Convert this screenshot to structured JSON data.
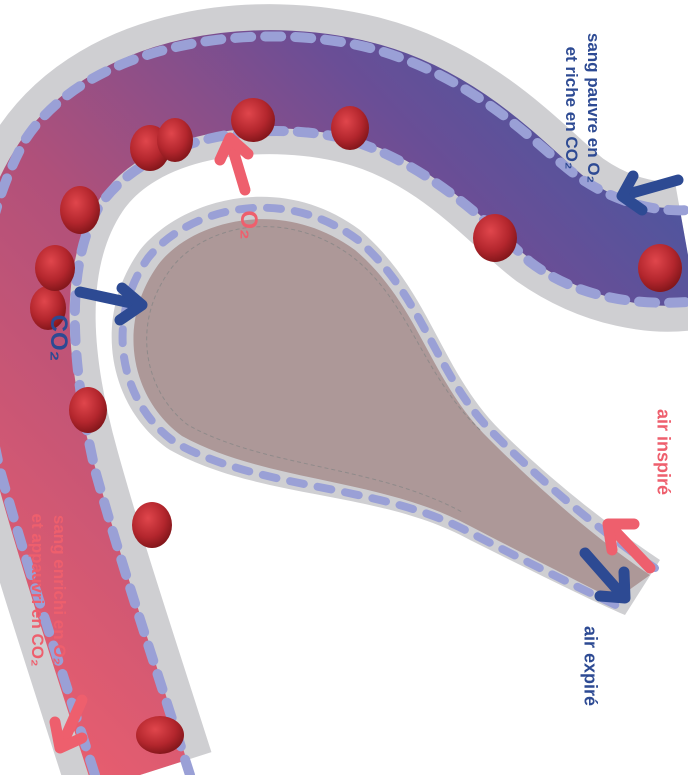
{
  "labels": {
    "blood_in": [
      "sang pauvre en O₂",
      "et riche en CO₂"
    ],
    "blood_out": [
      "sang enrichi en O₂",
      "et appauvri en CO₂"
    ],
    "air_in": "air inspiré",
    "air_out": "air expiré",
    "o2": "O₂",
    "co2": "CO₂"
  },
  "colors": {
    "oxygen_rich": "#ee5f6d",
    "oxygen_poor": "#3f5aa3",
    "alveolus": "#ad9898",
    "wall": "#cfcfd2",
    "cell_nucleus": "#9aa0d6",
    "red_cell": "#b3262d"
  },
  "icons": [
    "blood-cell-icon",
    "arrow-icon"
  ]
}
